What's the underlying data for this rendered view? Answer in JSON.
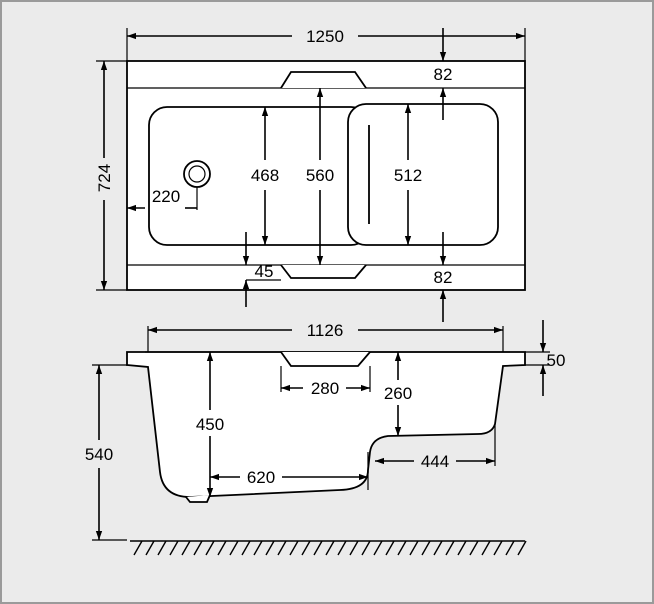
{
  "drawing": {
    "plan_view": {
      "overall_length": "1250",
      "overall_width": "724",
      "rim_top": "82",
      "rim_bottom": "82",
      "bath_width": "560",
      "left_basin_width": "468",
      "right_basin_width": "512",
      "waste_offset": "220",
      "step_offset": "45"
    },
    "side_view": {
      "internal_length": "1126",
      "rim_height": "50",
      "overall_height": "540",
      "deep_depth": "450",
      "floor_length": "620",
      "step_label": "280",
      "seat_depth": "260",
      "seat_length": "444"
    }
  },
  "colors": {
    "background": "#ebebeb",
    "border": "#9a9a9a",
    "line": "#000000",
    "fill": "#ffffff"
  }
}
